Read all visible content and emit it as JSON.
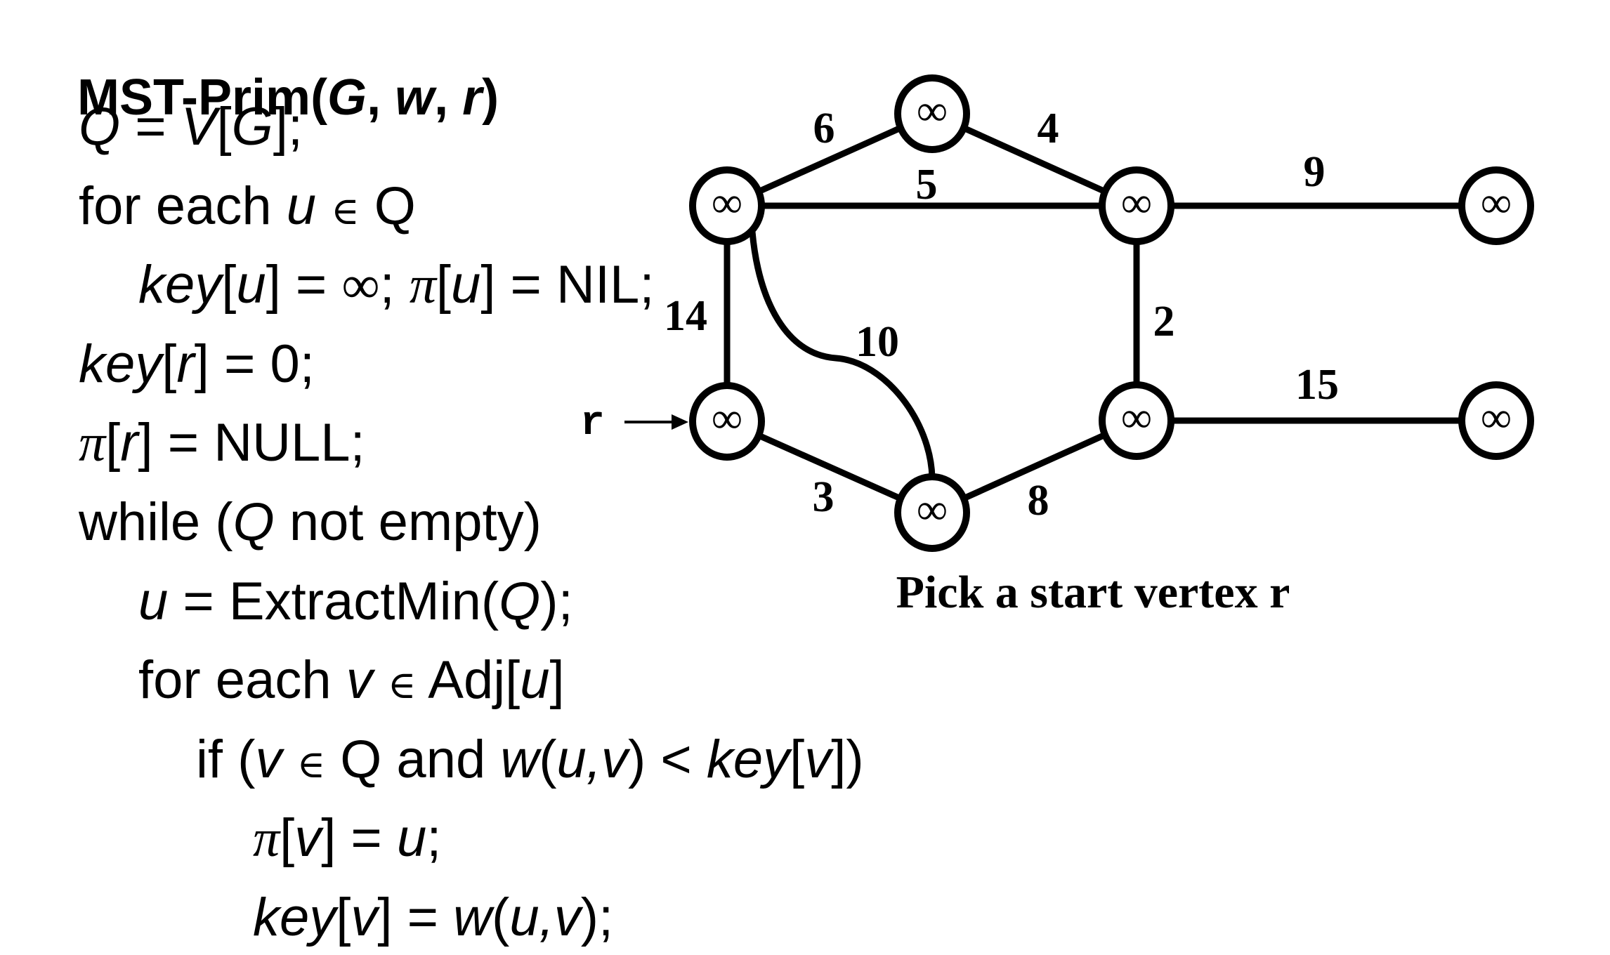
{
  "algorithm": {
    "title": {
      "name": "MST-Prim(",
      "param_G": "G",
      "sep1": ", ",
      "param_w": "w",
      "sep2": ", ",
      "param_r": "r",
      "close": ")"
    },
    "lines": [
      {
        "indent": 1,
        "parts": [
          {
            "t": "Q",
            "s": "it"
          },
          {
            "t": " = "
          },
          {
            "t": "V",
            "s": "it"
          },
          {
            "t": "["
          },
          {
            "t": "G",
            "s": "it"
          },
          {
            "t": "];"
          }
        ]
      },
      {
        "indent": 1,
        "parts": [
          {
            "t": "for each "
          },
          {
            "t": "u",
            "s": "it"
          },
          {
            "t": " "
          },
          {
            "t": "∈",
            "s": "sym"
          },
          {
            "t": " Q"
          }
        ]
      },
      {
        "indent": 2,
        "parts": [
          {
            "t": "key",
            "s": "it"
          },
          {
            "t": "["
          },
          {
            "t": "u",
            "s": "it"
          },
          {
            "t": "] = "
          },
          {
            "t": "∞",
            "s": "inf"
          },
          {
            "t": "; "
          },
          {
            "t": "π",
            "s": "pi"
          },
          {
            "t": "["
          },
          {
            "t": "u",
            "s": "it"
          },
          {
            "t": "] = NIL;"
          }
        ]
      },
      {
        "indent": 1,
        "parts": [
          {
            "t": "key",
            "s": "it"
          },
          {
            "t": "["
          },
          {
            "t": "r",
            "s": "it"
          },
          {
            "t": "] = 0;"
          }
        ]
      },
      {
        "indent": 1,
        "parts": [
          {
            "t": "π",
            "s": "pi"
          },
          {
            "t": "["
          },
          {
            "t": "r",
            "s": "it"
          },
          {
            "t": "] = NULL;"
          }
        ]
      },
      {
        "indent": 1,
        "parts": [
          {
            "t": "while ("
          },
          {
            "t": "Q",
            "s": "it"
          },
          {
            "t": " not empty)"
          }
        ]
      },
      {
        "indent": 2,
        "parts": [
          {
            "t": "u",
            "s": "it"
          },
          {
            "t": " = ExtractMin("
          },
          {
            "t": "Q",
            "s": "it"
          },
          {
            "t": ");"
          }
        ]
      },
      {
        "indent": 2,
        "parts": [
          {
            "t": "for each "
          },
          {
            "t": "v",
            "s": "it"
          },
          {
            "t": " "
          },
          {
            "t": "∈",
            "s": "sym"
          },
          {
            "t": " Adj["
          },
          {
            "t": "u",
            "s": "it"
          },
          {
            "t": "]"
          }
        ]
      },
      {
        "indent": 3,
        "parts": [
          {
            "t": "if ("
          },
          {
            "t": "v",
            "s": "it"
          },
          {
            "t": " "
          },
          {
            "t": "∈",
            "s": "sym"
          },
          {
            "t": " Q and "
          },
          {
            "t": "w",
            "s": "it"
          },
          {
            "t": "("
          },
          {
            "t": "u,v",
            "s": "it"
          },
          {
            "t": ") < "
          },
          {
            "t": "key",
            "s": "it"
          },
          {
            "t": "["
          },
          {
            "t": "v",
            "s": "it"
          },
          {
            "t": "])"
          }
        ]
      },
      {
        "indent": 4,
        "parts": [
          {
            "t": "π",
            "s": "pi"
          },
          {
            "t": "["
          },
          {
            "t": "v",
            "s": "it"
          },
          {
            "t": "] = "
          },
          {
            "t": "u",
            "s": "it"
          },
          {
            "t": ";"
          }
        ]
      },
      {
        "indent": 4,
        "parts": [
          {
            "t": "key",
            "s": "it"
          },
          {
            "t": "["
          },
          {
            "t": "v",
            "s": "it"
          },
          {
            "t": "] = "
          },
          {
            "t": "w",
            "s": "it"
          },
          {
            "t": "("
          },
          {
            "t": "u,v",
            "s": "it"
          },
          {
            "t": ");"
          }
        ]
      }
    ]
  },
  "graph": {
    "vertices": [
      {
        "id": "top",
        "key": "∞"
      },
      {
        "id": "upper-left",
        "key": "∞"
      },
      {
        "id": "upper-middle",
        "key": "∞"
      },
      {
        "id": "upper-right",
        "key": "∞"
      },
      {
        "id": "r",
        "key": "∞"
      },
      {
        "id": "bottom",
        "key": "∞"
      },
      {
        "id": "lower-middle",
        "key": "∞"
      },
      {
        "id": "lower-right",
        "key": "∞"
      }
    ],
    "edges": [
      {
        "from": "upper-left",
        "to": "top",
        "weight": "6"
      },
      {
        "from": "top",
        "to": "upper-middle",
        "weight": "4"
      },
      {
        "from": "upper-left",
        "to": "upper-middle",
        "weight": "5"
      },
      {
        "from": "upper-middle",
        "to": "upper-right",
        "weight": "9"
      },
      {
        "from": "upper-left",
        "to": "r",
        "weight": "14"
      },
      {
        "from": "upper-left",
        "to": "bottom",
        "weight": "10"
      },
      {
        "from": "upper-middle",
        "to": "lower-middle",
        "weight": "2"
      },
      {
        "from": "lower-middle",
        "to": "lower-right",
        "weight": "15"
      },
      {
        "from": "r",
        "to": "bottom",
        "weight": "3"
      },
      {
        "from": "bottom",
        "to": "lower-middle",
        "weight": "8"
      }
    ],
    "start_marker": "r",
    "caption": "Pick a start vertex r"
  }
}
